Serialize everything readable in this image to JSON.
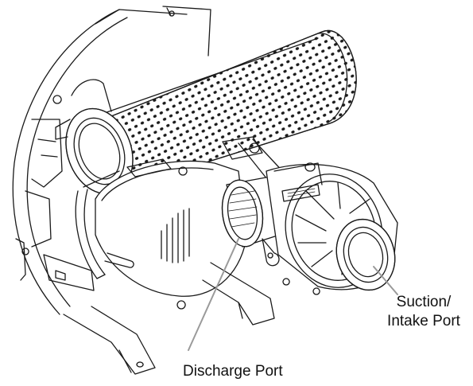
{
  "colors": {
    "line": "#1a1a1a",
    "callout_line": "#9a9a9a",
    "background": "#ffffff"
  },
  "labels": {
    "suction_line1": "Suction/",
    "suction_line2": "Intake Port",
    "discharge": "Discharge Port"
  }
}
